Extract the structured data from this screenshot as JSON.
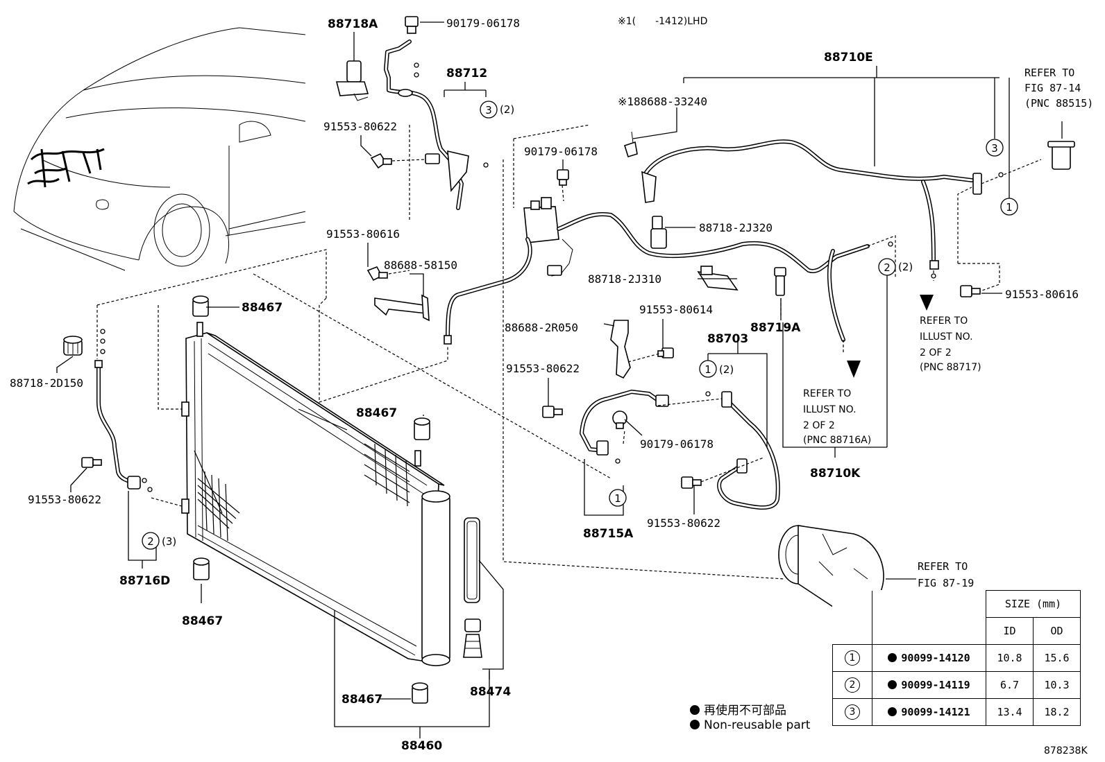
{
  "note_top": "※1(　　-1412)LHD",
  "figure_id": "878238K",
  "labels": {
    "p88718A": "88718A",
    "p90179_top": "90179-06178",
    "p88712": "88712",
    "p91553_80622_a": "91553-80622",
    "p91553_80616_a": "91553-80616",
    "p88688_58150": "88688-58150",
    "p90179_mid": "90179-06178",
    "p88688_33240": "※188688-33240",
    "p88710E": "88710E",
    "p88718_2J320": "88718-2J320",
    "p88718_2J310": "88718-2J310",
    "p91553_80614": "91553-80614",
    "p88688_2R050": "88688-2R050",
    "p88719A": "88719A",
    "p88703": "88703",
    "p91553_80622_b": "91553-80622",
    "p90179_low": "90179-06178",
    "p88715A": "88715A",
    "p91553_80622_c": "91553-80622",
    "p88710K": "88710K",
    "p91553_80616_b": "91553-80616",
    "p88467_a": "88467",
    "p88467_b": "88467",
    "p88467_c": "88467",
    "p88467_d": "88467",
    "p88474": "88474",
    "p88460": "88460",
    "p88718_2D150": "88718-2D150",
    "p91553_80622_d": "91553-80622",
    "p88716D": "88716D",
    "qty2": "(2)",
    "qty3": "(3)"
  },
  "refs": {
    "ref_87_14": [
      "REFER TO",
      "FIG 87-14",
      "(PNC 88515)"
    ],
    "ref_88717": [
      "REFER TO",
      "ILLUST NO.",
      "2 OF 2",
      "(PNC 88717)"
    ],
    "ref_88716A": [
      "REFER TO",
      "ILLUST NO.",
      "2 OF 2",
      "(PNC 88716A)"
    ],
    "ref_87_19": [
      "REFER TO",
      "FIG 87-19"
    ]
  },
  "size_table": {
    "header": "SIZE (mm)",
    "col_id": "ID",
    "col_od": "OD",
    "rows": [
      {
        "idx": "1",
        "part": "90099-14120",
        "id": "10.8",
        "od": "15.6"
      },
      {
        "idx": "2",
        "part": "90099-14119",
        "id": "6.7",
        "od": "10.3"
      },
      {
        "idx": "3",
        "part": "90099-14121",
        "id": "13.4",
        "od": "18.2"
      }
    ]
  },
  "legend": {
    "jp": "再使用不可部品",
    "en": "Non-reusable part"
  },
  "circle_marks": {
    "one": "1",
    "two": "2",
    "three": "3"
  }
}
